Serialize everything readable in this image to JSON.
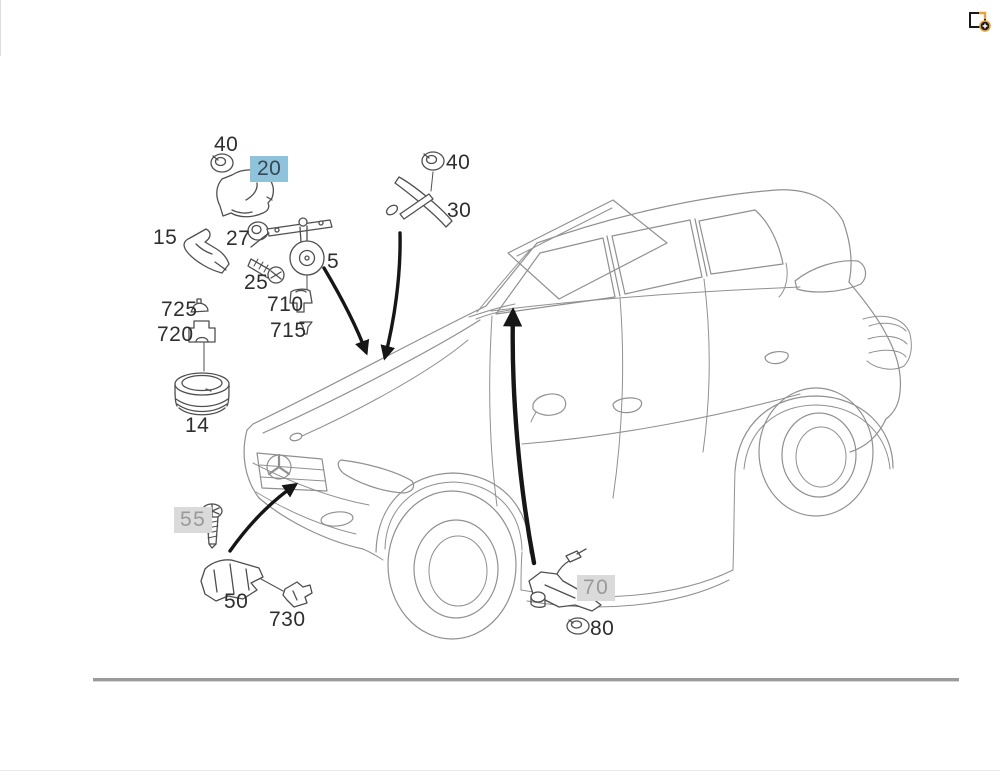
{
  "header": {
    "corner_icon": "window-plus-icon"
  },
  "diagram": {
    "type": "vehicle-parts-diagram",
    "vehicle_drawing": "suv-three-quarter-line-art",
    "parts": [
      {
        "label": "40",
        "highlight": "none"
      },
      {
        "label": "20",
        "highlight": "blue"
      },
      {
        "label": "40",
        "highlight": "none"
      },
      {
        "label": "30",
        "highlight": "none"
      },
      {
        "label": "15",
        "highlight": "none"
      },
      {
        "label": "27",
        "highlight": "none"
      },
      {
        "label": "25",
        "highlight": "none"
      },
      {
        "label": "5",
        "highlight": "none"
      },
      {
        "label": "710",
        "highlight": "none"
      },
      {
        "label": "715",
        "highlight": "none"
      },
      {
        "label": "725",
        "highlight": "none"
      },
      {
        "label": "720",
        "highlight": "none"
      },
      {
        "label": "14",
        "highlight": "none"
      },
      {
        "label": "55",
        "highlight": "gray"
      },
      {
        "label": "50",
        "highlight": "none"
      },
      {
        "label": "730",
        "highlight": "none"
      },
      {
        "label": "70",
        "highlight": "gray"
      },
      {
        "label": "80",
        "highlight": "none"
      }
    ],
    "colors": {
      "selected_highlight": "#8fc3dc",
      "dimmed_highlight": "#dadada",
      "dimmed_text": "#9a9a9a",
      "label_text": "#2e2e2e",
      "car_line": "#909090",
      "part_line": "#4f4f4f",
      "arrow": "#161616",
      "icon_accent": "#e8a33d"
    }
  }
}
